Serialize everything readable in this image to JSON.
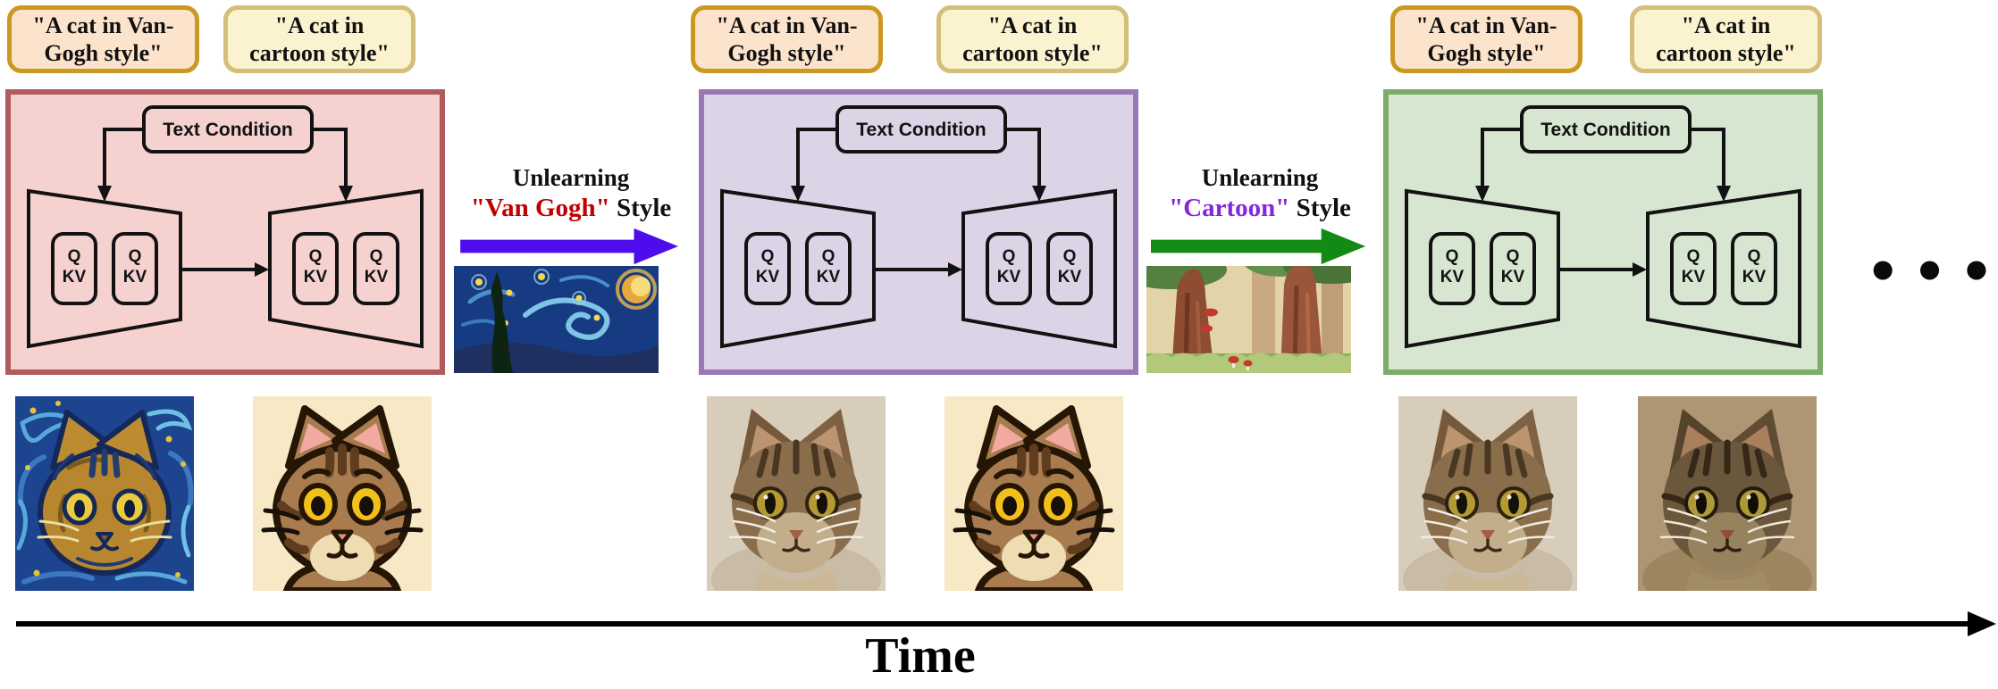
{
  "prompts": [
    {
      "name": "prompt-van-gogh-cat",
      "line1": "\"A cat in Van-",
      "line2": "Gogh style\"",
      "bg": "#FCE4CC",
      "border": "#CC9822"
    },
    {
      "name": "prompt-cartoon-cat",
      "line1": "\"A cat in",
      "line2": "cartoon style\"",
      "bg": "#FBF2CF",
      "border": "#D4BE7A"
    }
  ],
  "panels": [
    {
      "name": "diffusion-model-initial",
      "text_condition": "Text Condition",
      "q_label": "Q",
      "kv_label": "KV",
      "bg": "#F5D1D0",
      "border": "#B05C5C"
    },
    {
      "name": "diffusion-model-after-vangogh-unlearn",
      "text_condition": "Text Condition",
      "q_label": "Q",
      "kv_label": "KV",
      "bg": "#DCD3E7",
      "border": "#9879B5"
    },
    {
      "name": "diffusion-model-after-cartoon-unlearn",
      "text_condition": "Text Condition",
      "q_label": "Q",
      "kv_label": "KV",
      "bg": "#D7E6D1",
      "border": "#7DAB68"
    }
  ],
  "transitions": [
    {
      "line1": "Unlearning",
      "styled": "\"Van Gogh\"",
      "rest": " Style",
      "word_color": "#C00000",
      "arrow_color": "#4E0CEC",
      "image": "van-gogh-starry-night-painting"
    },
    {
      "line1": "Unlearning",
      "styled": "\"Cartoon\"",
      "rest": " Style",
      "word_color": "#8426DE",
      "arrow_color": "#138A13",
      "image": "cartoon-forest-illustration"
    }
  ],
  "outputs": [
    {
      "image": "cat-portrait-van-gogh-style"
    },
    {
      "image": "cat-portrait-cartoon-style"
    },
    {
      "image": "cat-portrait-realistic"
    },
    {
      "image": "cat-portrait-cartoon-style"
    },
    {
      "image": "cat-portrait-realistic"
    },
    {
      "image": "cat-portrait-realistic-dark"
    }
  ],
  "ellipsis": "•••",
  "timeline": {
    "label": "Time"
  }
}
